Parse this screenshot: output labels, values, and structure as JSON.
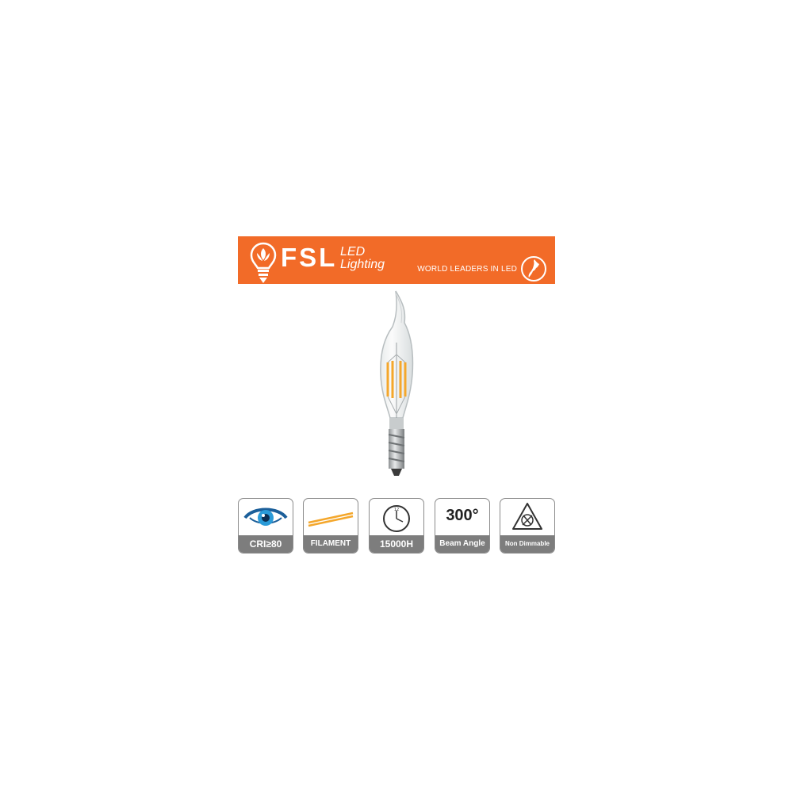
{
  "banner": {
    "brand": "FSL",
    "sub_line1": "LED",
    "sub_line2": "Lighting",
    "tagline": "WORLD LEADERS IN LED",
    "background": "#f26b28",
    "logo_icon": "lightbulb-lotus-icon",
    "badge_icon": "new-zealand-map-icon"
  },
  "product": {
    "image_icon": "candle-filament-bulb-e14"
  },
  "features": [
    {
      "icon": "eye-icon",
      "label": "CRI≥80"
    },
    {
      "icon": "filament-icon",
      "label": "FILAMENT"
    },
    {
      "icon": "clock-icon",
      "label": "15000H",
      "clock_number": "12"
    },
    {
      "icon": "beam-angle-icon",
      "value": "300°",
      "label": "Beam Angle"
    },
    {
      "icon": "non-dimmable-icon",
      "label": "Non Dimmable"
    }
  ]
}
